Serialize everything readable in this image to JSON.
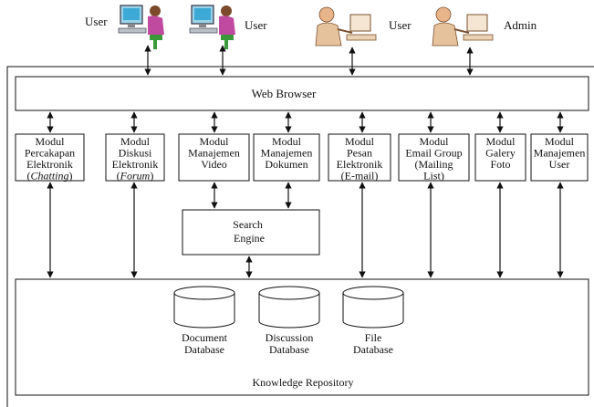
{
  "users": [
    {
      "label": "User",
      "icon": "woman-at-computer-icon"
    },
    {
      "label": "User",
      "icon": "woman-at-computer-icon"
    },
    {
      "label": "User",
      "icon": "man-at-computer-icon"
    },
    {
      "label": "Admin",
      "icon": "man-at-computer-icon"
    }
  ],
  "browser": {
    "label": "Web Browser"
  },
  "modules": [
    {
      "lines": [
        {
          "text": "Modul"
        },
        {
          "text": "Percakapan"
        },
        {
          "text": "Elektronik"
        },
        {
          "text": "(Chatting)",
          "emph": "Chatting"
        }
      ]
    },
    {
      "lines": [
        {
          "text": "Modul"
        },
        {
          "text": "Diskusi"
        },
        {
          "text": "Elektronik"
        },
        {
          "text": "(Forum)",
          "emph": "Forum"
        }
      ]
    },
    {
      "lines": [
        {
          "text": "Modul"
        },
        {
          "text": "Manajemen"
        },
        {
          "text": "Video"
        }
      ]
    },
    {
      "lines": [
        {
          "text": "Modul"
        },
        {
          "text": "Manajemen"
        },
        {
          "text": "Dokumen"
        }
      ]
    },
    {
      "lines": [
        {
          "text": "Modul"
        },
        {
          "text": "Pesan"
        },
        {
          "text": "Elektronik"
        },
        {
          "text": "(E-mail)"
        }
      ]
    },
    {
      "lines": [
        {
          "text": "Modul"
        },
        {
          "text": "Email Group"
        },
        {
          "text": "(Mailing"
        },
        {
          "text": "List)"
        }
      ]
    },
    {
      "lines": [
        {
          "text": "Modul"
        },
        {
          "text": "Galery"
        },
        {
          "text": "Foto"
        }
      ]
    },
    {
      "lines": [
        {
          "text": "Modul"
        },
        {
          "text": "Manajemen"
        },
        {
          "text": "User"
        }
      ]
    }
  ],
  "search_engine": {
    "lines": [
      "Search",
      "Engine"
    ]
  },
  "databases": [
    {
      "lines": [
        "Document",
        "Database"
      ]
    },
    {
      "lines": [
        "Discussion",
        "Database"
      ]
    },
    {
      "lines": [
        "File",
        "Database"
      ]
    }
  ],
  "repository": {
    "label": "Knowledge Repository"
  }
}
